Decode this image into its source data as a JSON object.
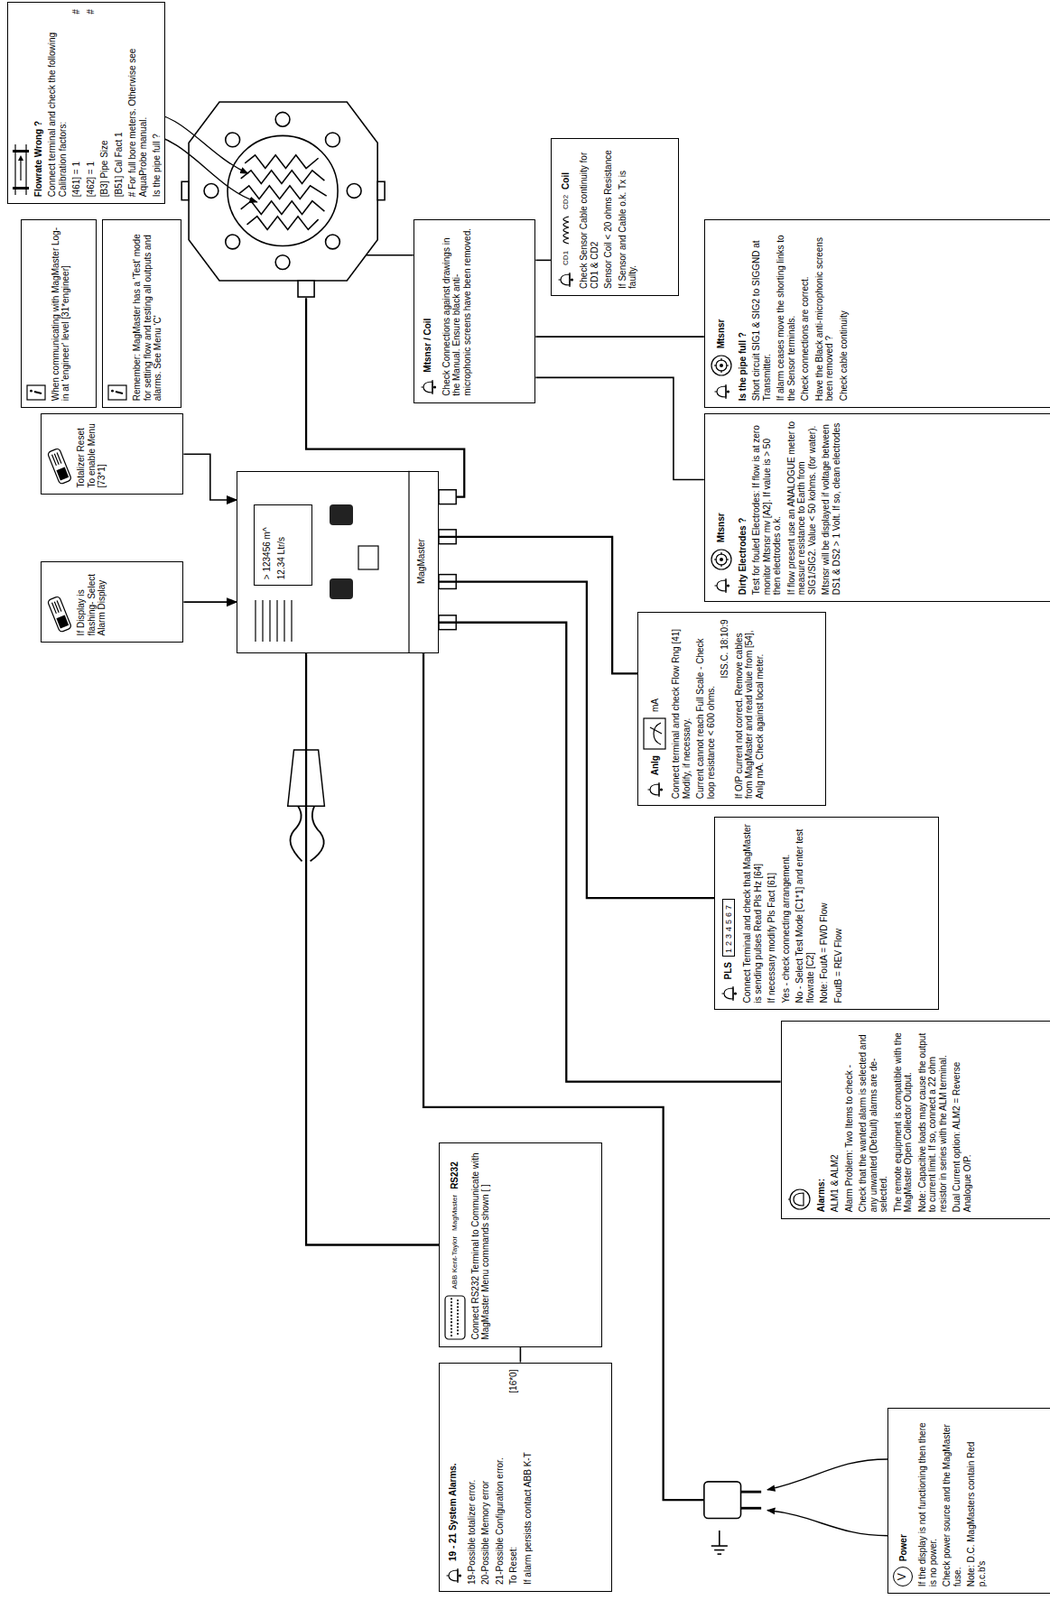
{
  "diagram": {
    "nodes": [
      {
        "text": [
          "Flowrate Wrong ?",
          "Connect terminal and check the following Calibration factors:",
          "[461] = 1",
          "#",
          "[462] = 1",
          "#",
          "[B3] Pipe Size",
          "[B51] Cal Fact 1",
          "# For full bore meters. Otherwise see AquaProbe manual.",
          "Is the pipe full ?"
        ]
      },
      {
        "text": [
          "MagMaster"
        ]
      },
      {
        "text": [
          "> 123456 m^",
          "12.34 Ltr/s"
        ],
        "in": 1
      },
      {
        "text": [
          "When communicating with MagMaster Log-in at 'engineer' level [31*engineer]"
        ]
      },
      {
        "text": [
          "Remember: MagMaster has a 'Test' mode for setting flow and testing all outputs and alarms. See Menu 'C'"
        ]
      },
      {
        "text": [
          "Totalizer Reset To enable Menu [73*1]"
        ]
      },
      {
        "text": [
          "If Display is flashing- Select Alarm Display"
        ]
      },
      {
        "text": [
          "Mtsnsr / Coil",
          "Check Connections against drawings in the Manual. Ensure black anti-microphonic screens have been removed."
        ]
      },
      {
        "text": [
          "CD1",
          "CD2",
          "Coil",
          "Check Sensor Cable continuity for CD1 & CD2",
          "Sensor Coil < 20 ohms Resistance",
          "If Sensor and Cable o.k. Tx is faulty."
        ]
      },
      {
        "text": [
          "Mtsnsr",
          "Is the pipe full ?",
          "Short circuit SIG1 & SIG2 to SIGGND at Transmitter.",
          "If alarm ceases move the shorting links to the Sensor terminals.",
          "Check connections are correct.",
          "Have the Black anti-microphonic screens been removed ?",
          "Check cable continuity"
        ]
      },
      {
        "text": [
          "Mtsnsr",
          "Dirty Electrodes ?",
          "Test for fouled Electrodes: If flow is at zero monitor Mtsnsr mv [A2]. If value is > 50 then electrodes o.k.",
          "If flow present use an ANALOGUE meter to measure resistance to Earth from SIG1/SIG2. Value < 50 kohms. (for water).",
          "Mtsnsr will be displayed if voltage between DS1 & DS2 > 1 Volt. If so, clean electrodes"
        ]
      },
      {
        "text": [
          "Anlg",
          "mA",
          "Connect terminal and check Flow Rng [41] Modify, if necessary.",
          "Current cannot reach Full Scale - Check loop resistance < 600 ohms.",
          "ISS.C. 18:10:9",
          "If O/P current not correct. Remove cables from MagMaster and read value from [54], Anlg mA. Check against local meter."
        ]
      },
      {
        "text": [
          "PLS",
          "1234567",
          "Connect Terminal and check that MagMaster is sending pulses Read Pls Hz [64]",
          "If necessary modify Pls Fact [61]",
          "Yes - check connecting arrangement.",
          "No - Select Test Mode [C1*1] and enter test flowrate [C2]",
          "Note: FoutA = FWD Flow",
          "FoutB = REV Flow"
        ]
      },
      {
        "text": [
          "Alarms:",
          "ALM1 & ALM2",
          "Alarm Problem: Two Items to check -",
          "Check that the wanted alarm is selected and any unwanted (Default) alarms are de-selected.",
          "The remote equipment is compatible with the MagMaster Open Collector Output.",
          "Note: Capacitive loads may cause the output to current limit. If so, connect a 22 ohm resistor in series with the ALM terminal.",
          "Dual Current option: ALM2 = Reverse Analogue O/P."
        ]
      },
      {
        "text": [
          "V",
          "Power",
          "If the display is not functioning then there is no power.",
          "Check power source and the MagMaster fuse.",
          "Note: D.C. MagMasters contain Red p.c.b's"
        ]
      },
      {
        "text": [
          "ABB Kent-Taylor",
          "MagMaster",
          "RS232",
          "Connect RS232 Terminal to Communicate with MagMaster Menu commands shown [ ]"
        ]
      },
      {
        "text": [
          "19 - 21 System Alarms.",
          "19-Possible totalizer error.",
          "20-Possible Memory error",
          "21-Possible Configuration error.",
          "To Reset:",
          "[16*0]",
          "If alarm persists contact ABB K-T"
        ]
      }
    ],
    "edges": [
      {
        "from": 7,
        "to": 8,
        "arrow": "none"
      },
      {
        "from": 7,
        "to": 9,
        "arrow": "none"
      },
      {
        "from": 7,
        "to": 10,
        "arrow": "none"
      },
      {
        "from": 1,
        "to": 11,
        "arrow": "none"
      },
      {
        "from": 1,
        "to": 12,
        "arrow": "none"
      },
      {
        "from": 1,
        "to": 13,
        "arrow": "none"
      },
      {
        "from": 1,
        "to": 15,
        "arrow": "none"
      },
      {
        "from": 15,
        "to": 16,
        "arrow": "none"
      },
      {
        "from": 6,
        "to": 1,
        "arrow": "to"
      },
      {
        "from": 5,
        "to": 1,
        "arrow": "to"
      }
    ]
  }
}
